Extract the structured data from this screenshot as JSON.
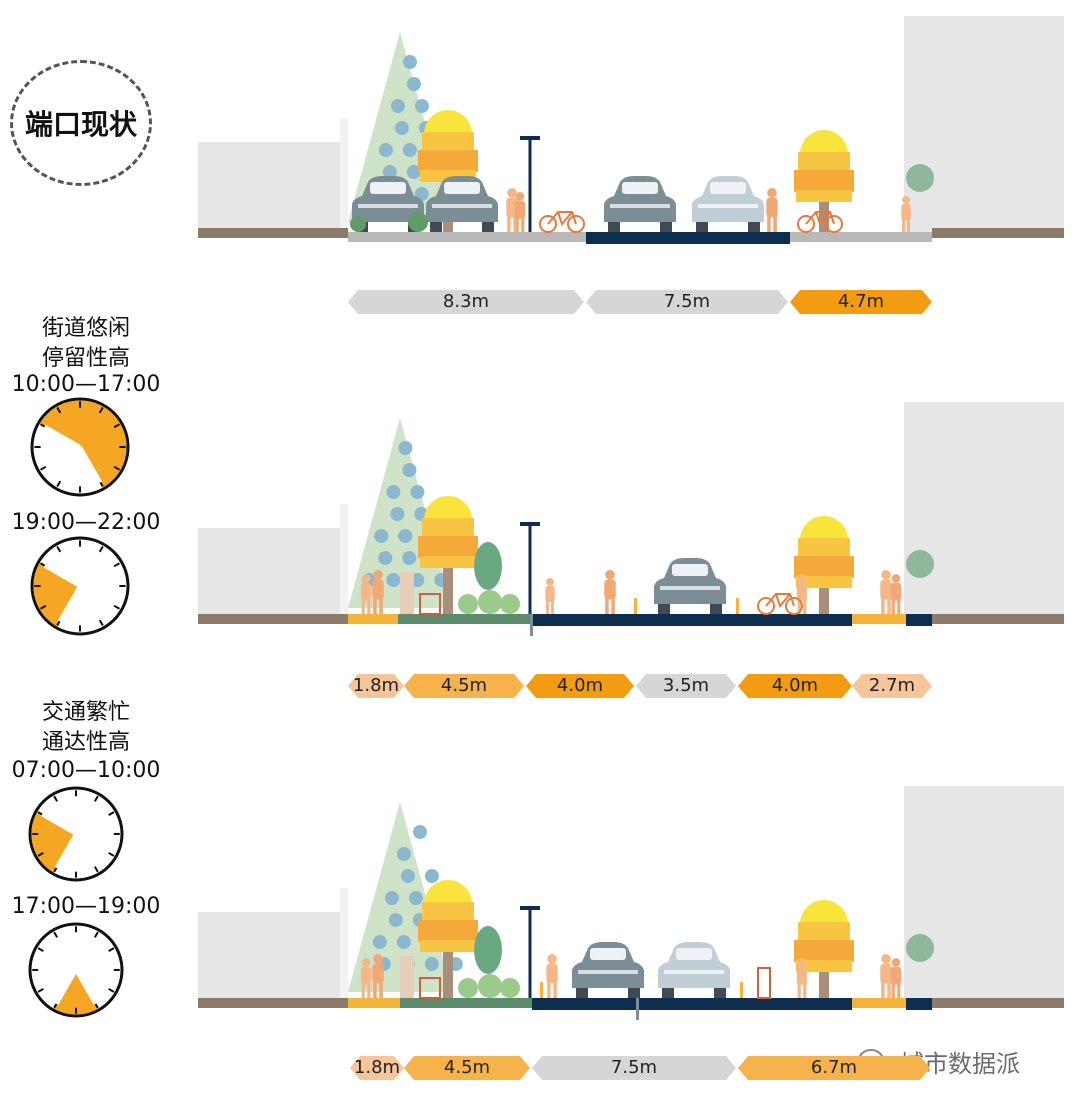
{
  "status_badge": "端口现状",
  "scenarios": [
    {
      "caption_lines": [
        "街道悠闲",
        "停留性高"
      ],
      "clock_times": [
        "10:00—17:00",
        "19:00—22:00"
      ]
    },
    {
      "caption_lines": [
        "交通繁忙",
        "通达性高"
      ],
      "clock_times": [
        "07:00—10:00",
        "17:00—19:00"
      ]
    }
  ],
  "sections": [
    {
      "widths": [
        {
          "label": "8.3m",
          "color": "gray"
        },
        {
          "label": "7.5m",
          "color": "gray"
        },
        {
          "label": "4.7m",
          "color": "orange"
        }
      ]
    },
    {
      "widths": [
        {
          "label": "1.8m",
          "color": "peach"
        },
        {
          "label": "4.5m",
          "color": "amber"
        },
        {
          "label": "4.0m",
          "color": "orange"
        },
        {
          "label": "3.5m",
          "color": "gray"
        },
        {
          "label": "4.0m",
          "color": "orange"
        },
        {
          "label": "2.7m",
          "color": "peach"
        }
      ]
    },
    {
      "widths": [
        {
          "label": "1.8m",
          "color": "peach"
        },
        {
          "label": "4.5m",
          "color": "amber"
        },
        {
          "label": "7.5m",
          "color": "gray"
        },
        {
          "label": "6.7m",
          "color": "amber"
        }
      ]
    }
  ],
  "watermark": "城市数据派",
  "colors": {
    "gray": "#d6d6d6",
    "orange": "#f39c12",
    "amber": "#f6b24b",
    "peach": "#f7c59a",
    "road": "#0e2e4f",
    "green_strip": "#5d8c6d",
    "yellow_strip": "#f2b43a",
    "building": "#e6e6e6",
    "ground": "#8b7b68"
  }
}
